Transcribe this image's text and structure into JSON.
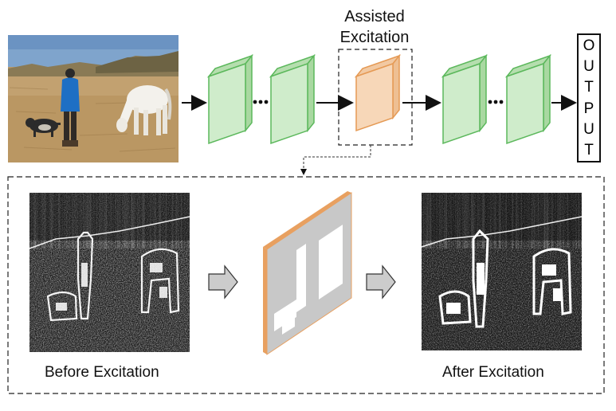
{
  "diagram": {
    "assisted_label_line1": "Assisted",
    "assisted_label_line2": "Excitation",
    "output_letters": [
      "O",
      "U",
      "T",
      "P",
      "U",
      "T"
    ],
    "caption_before": "Before Excitation",
    "caption_after": "After Excitation"
  },
  "colors": {
    "layer_fill": "#cfeccb",
    "layer_stroke": "#5cb85c",
    "assist_fill": "#f7d7b8",
    "assist_stroke": "#e59a55",
    "mask_plane": "#c8c8c8",
    "mask_edge": "#e8a060",
    "arrow_fill": "#cccccc"
  },
  "icons": [
    "photo-input",
    "feature-map-before",
    "feature-map-after",
    "spatial-mask",
    "forward-arrow",
    "block-arrow"
  ]
}
